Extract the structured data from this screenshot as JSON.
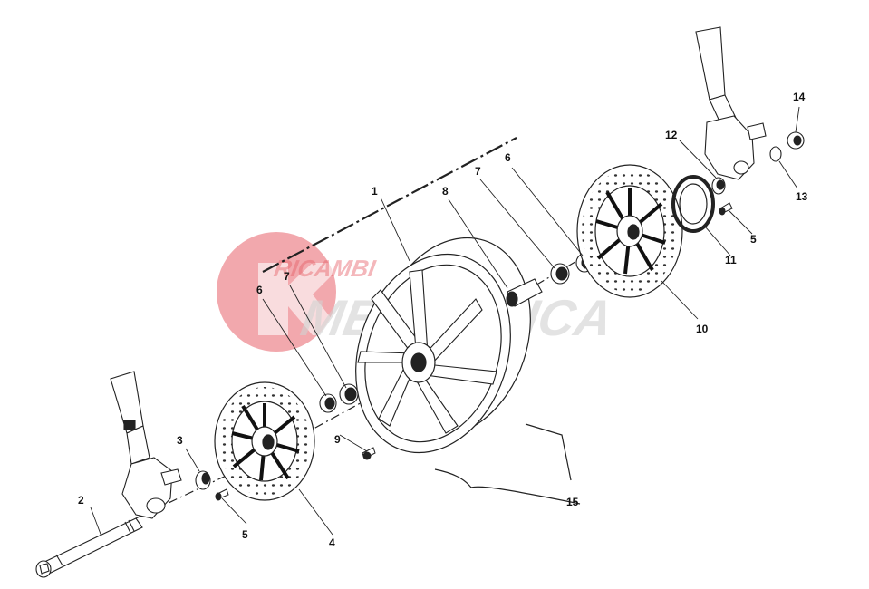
{
  "watermark": {
    "line1": "RICAMBI",
    "line2": "MECCANICA",
    "colors": {
      "red": "#e2464f",
      "gray": "#c9c9c9"
    }
  },
  "callouts": [
    {
      "id": "c-1",
      "label": "1"
    },
    {
      "id": "c-2",
      "label": "2"
    },
    {
      "id": "c-3",
      "label": "3"
    },
    {
      "id": "c-4",
      "label": "4"
    },
    {
      "id": "c-5a",
      "label": "5"
    },
    {
      "id": "c-5b",
      "label": "5"
    },
    {
      "id": "c-6a",
      "label": "6"
    },
    {
      "id": "c-6b",
      "label": "6"
    },
    {
      "id": "c-7a",
      "label": "7"
    },
    {
      "id": "c-7b",
      "label": "7"
    },
    {
      "id": "c-8",
      "label": "8"
    },
    {
      "id": "c-9",
      "label": "9"
    },
    {
      "id": "c-10",
      "label": "10"
    },
    {
      "id": "c-11",
      "label": "11"
    },
    {
      "id": "c-12",
      "label": "12"
    },
    {
      "id": "c-13",
      "label": "13"
    },
    {
      "id": "c-14",
      "label": "14"
    },
    {
      "id": "c-15",
      "label": "15"
    }
  ]
}
